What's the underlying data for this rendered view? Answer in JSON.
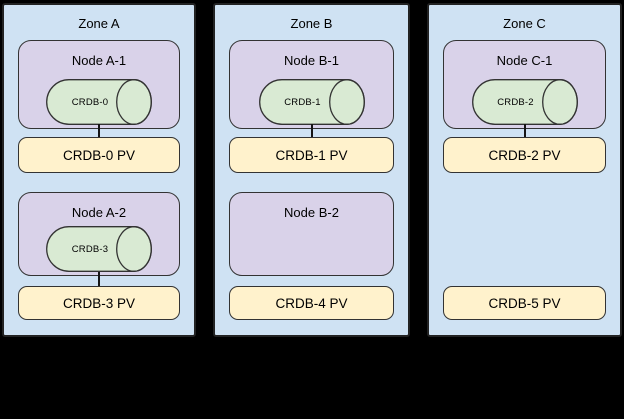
{
  "colors": {
    "background": "#000000",
    "zone_bg": "#cfe2f3",
    "node_bg": "#d9d2e9",
    "pod_bg": "#d9ead3",
    "pv_bg": "#fff2cc",
    "outline": "#333333",
    "zone_outline": "#222222"
  },
  "zones": [
    {
      "title": "Zone A",
      "nodes": [
        {
          "label": "Node A-1",
          "pod": "CRDB-0"
        },
        {
          "label": "Node A-2",
          "pod": "CRDB-3"
        }
      ],
      "pvs": [
        "CRDB-0 PV",
        "CRDB-3 PV"
      ]
    },
    {
      "title": "Zone B",
      "nodes": [
        {
          "label": "Node B-1",
          "pod": "CRDB-1"
        },
        {
          "label": "Node B-2",
          "pod": null
        }
      ],
      "pvs": [
        "CRDB-1 PV",
        "CRDB-4 PV"
      ]
    },
    {
      "title": "Zone C",
      "nodes": [
        {
          "label": "Node C-1",
          "pod": "CRDB-2"
        }
      ],
      "pvs": [
        "CRDB-2 PV",
        "CRDB-5 PV"
      ]
    }
  ]
}
